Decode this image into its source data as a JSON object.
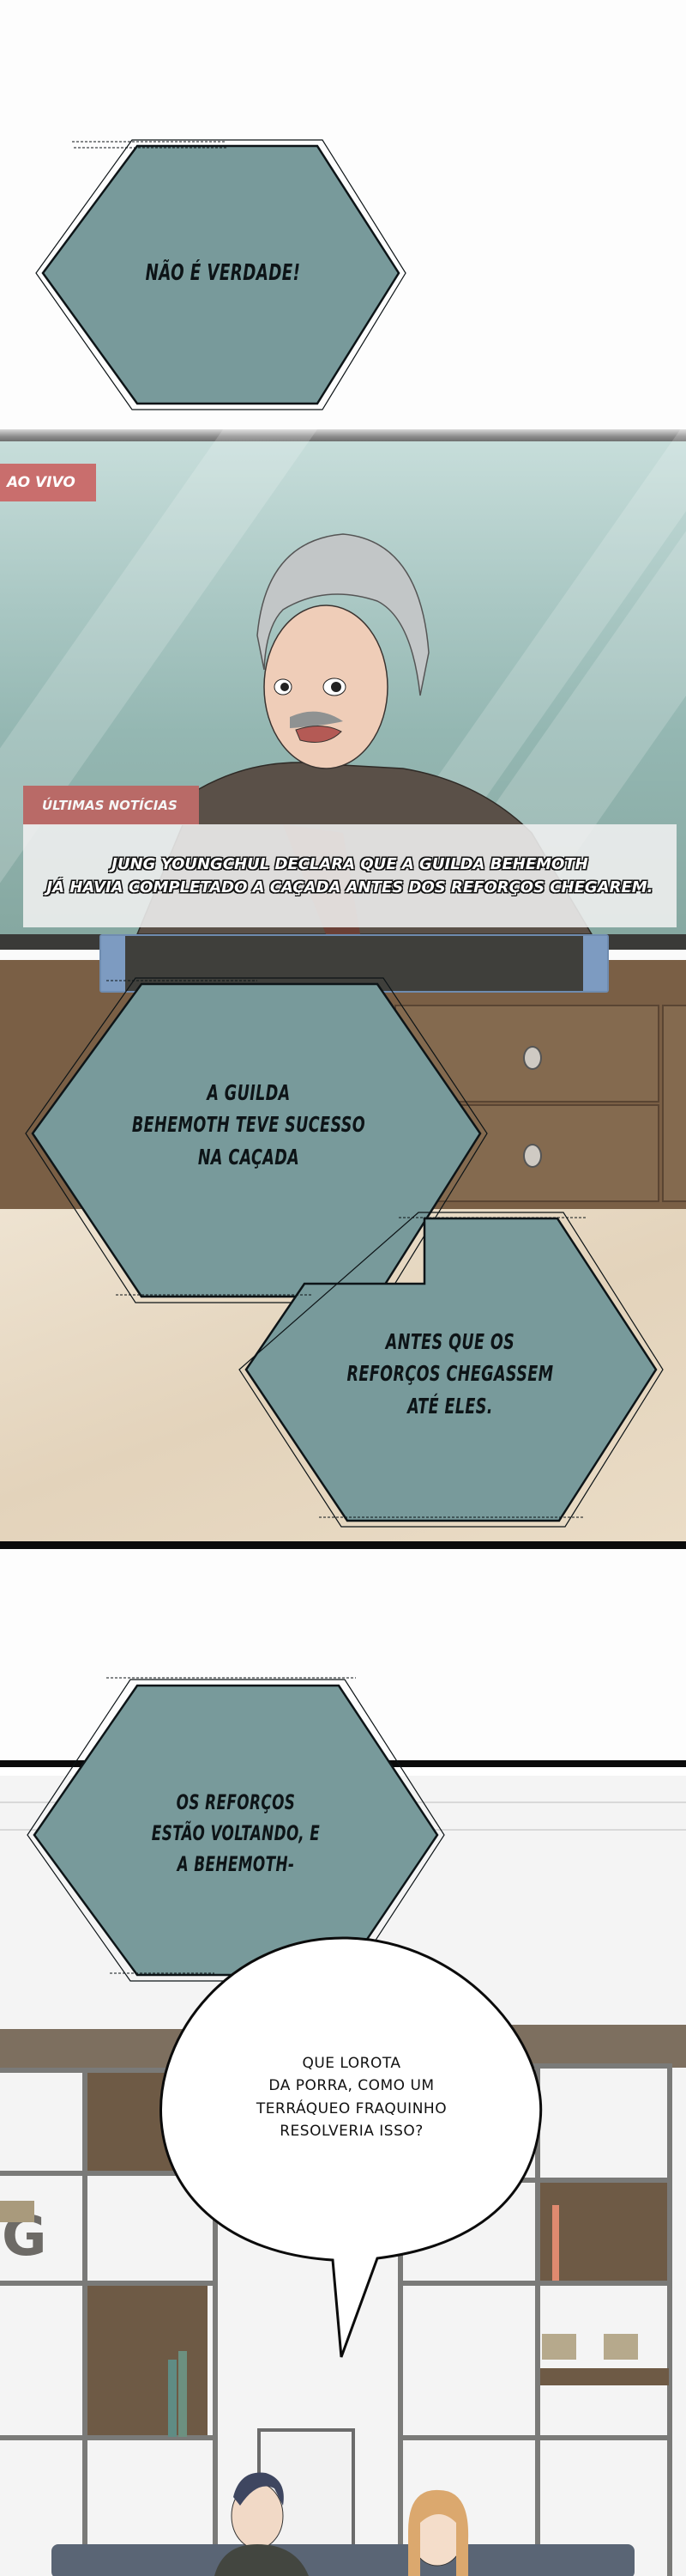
{
  "page": {
    "type": "webtoon-strip",
    "language": "pt-BR"
  },
  "panels": [
    {
      "id": "panel-1",
      "captions": [
        {
          "shape": "hexagon",
          "text": "NÃO É VERDADE!"
        }
      ]
    },
    {
      "id": "panel-tv-news",
      "tv": {
        "live_badge": "AO VIVO",
        "news_badge": "ÚLTIMAS NOTÍCIAS",
        "ticker_text": "JUNG YOUNGCHUL DECLARA QUE A GUILDA BEHEMOTH\nJÁ HAVIA COMPLETADO A CAÇADA ANTES DOS REFORÇOS CHEGAREM.",
        "subject": "gray-haired older man with mustache speaking"
      }
    },
    {
      "id": "panel-cabinet",
      "captions": [
        {
          "shape": "hexagon",
          "text": "A GUILDA\nBEHEMOTH TEVE SUCESSO\nNA CAÇADA"
        },
        {
          "shape": "hexagon",
          "text": "ANTES QUE OS\nREFORÇOS CHEGASSEM\nATÉ ELES."
        }
      ]
    },
    {
      "id": "panel-room",
      "captions": [
        {
          "shape": "hexagon",
          "text": "OS REFORÇOS\nESTÃO VOLTANDO, E\nA BEHEMOTH-"
        }
      ],
      "speech_bubble": {
        "text": "QUE LOROTA\nDA PORRA, COMO UM\nTERRÁQUEO FRAQUINHO\nRESOLVERIA ISSO?"
      },
      "scene": {
        "shelf_letters": "G",
        "characters": [
          "dark-haired man on sofa",
          "blonde woman on sofa"
        ]
      }
    }
  ],
  "colors": {
    "hexagon_fill": "#789a9b",
    "hexagon_stroke": "#0d1417",
    "live_badge": "#c96e6d",
    "news_badge": "#b96a67",
    "panel_border": "#0b0b0b",
    "cabinet_wood": "#7a5f45",
    "floor": "#e6d9c4"
  }
}
